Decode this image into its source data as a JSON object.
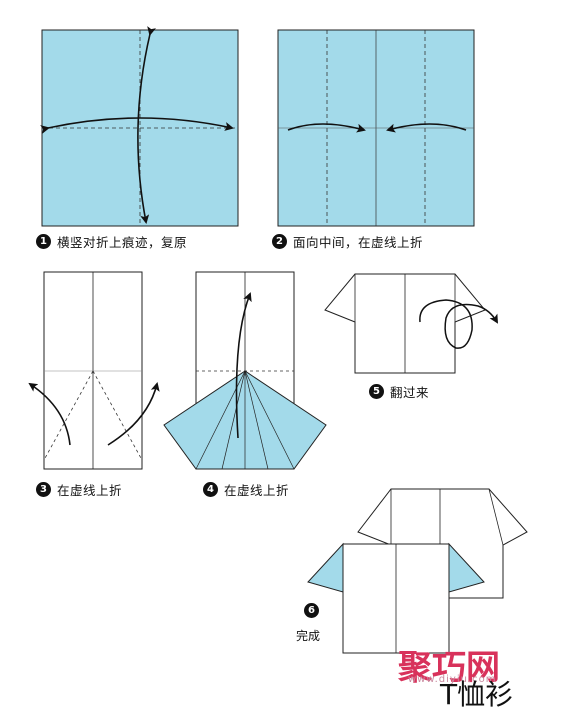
{
  "colors": {
    "paper_blue": "#a3daea",
    "line": "#111111",
    "watermark": "#d8325b"
  },
  "steps": [
    {
      "num": "1",
      "text": "横竖对折上痕迹，复原"
    },
    {
      "num": "2",
      "text": "面向中间，在虚线上折"
    },
    {
      "num": "3",
      "text": "在虚线上折"
    },
    {
      "num": "4",
      "text": "在虚线上折"
    },
    {
      "num": "5",
      "text": "翻过来"
    },
    {
      "num": "6",
      "text": "完成"
    }
  ],
  "title": "T恤衫",
  "watermark": {
    "brand": "聚巧网",
    "url": "www.diyiu.com"
  }
}
